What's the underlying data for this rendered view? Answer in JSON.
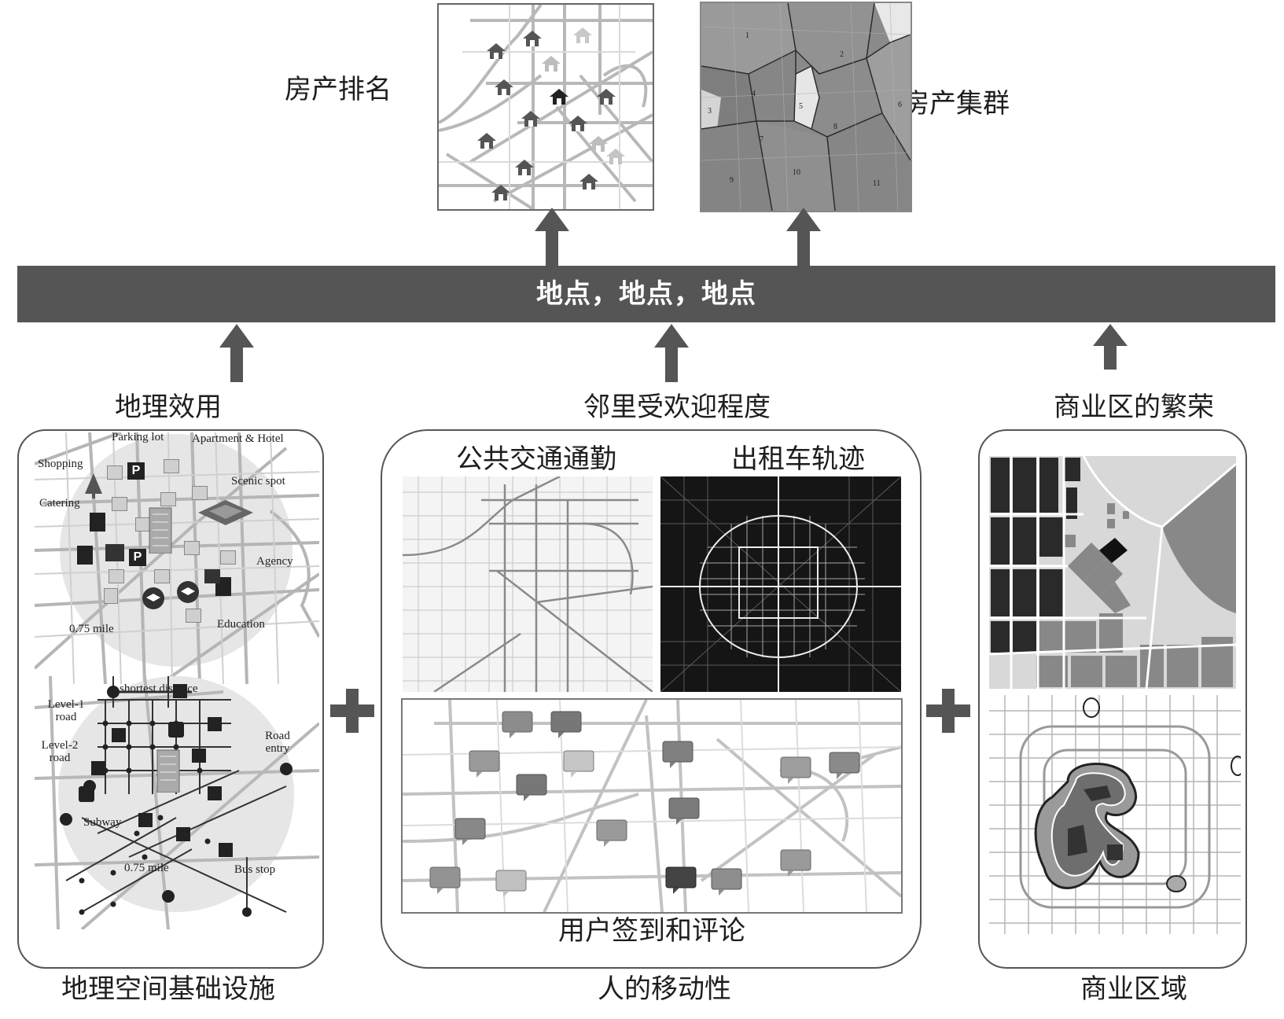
{
  "top": {
    "property_ranking": "房产排名",
    "property_cluster": "房产集群",
    "cluster_ids": [
      "1",
      "2",
      "3",
      "4",
      "5",
      "6",
      "7",
      "8",
      "9",
      "10",
      "11"
    ]
  },
  "bar": {
    "label": "地点，地点，地点"
  },
  "columns": {
    "left_heading": "地理效用",
    "middle_heading": "邻里受欢迎程度",
    "right_heading": "商业区的繁荣"
  },
  "left_panel": {
    "poi_labels": {
      "parking": "Parking lot",
      "apartment": "Apartment & Hotel",
      "shopping": "Shopping",
      "scenic": "Scenic spot",
      "catering": "Catering",
      "agency": "Agency",
      "radius": "0.75 mile",
      "education": "Education"
    },
    "road_labels": {
      "shortest": "shortest distance",
      "level1": "Level-1 road",
      "level2": "Level-2 road",
      "road_entry": "Road entry",
      "subway": "Subway",
      "radius": "0.75 mile",
      "bus_stop": "Bus stop"
    }
  },
  "middle_panel": {
    "transit_title": "公共交通通勤",
    "taxi_title": "出租车轨迹",
    "checkin_caption": "用户签到和评论"
  },
  "bottom": {
    "left_caption": "地理空间基础设施",
    "middle_caption": "人的移动性",
    "right_caption": "商业区域"
  },
  "colors": {
    "bar": "#555555",
    "arrow": "#555555",
    "panel_border": "#555555"
  }
}
